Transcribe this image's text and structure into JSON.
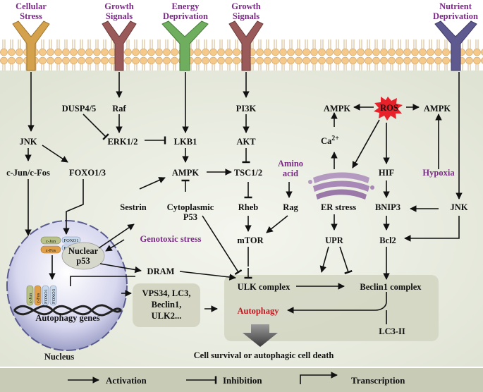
{
  "receptors": {
    "cellular_stress": [
      "Cellular",
      "Stress"
    ],
    "growth_signals_1": [
      "Growth",
      "Signals"
    ],
    "energy_deprivation": [
      "Energy",
      "Deprivation"
    ],
    "growth_signals_2": [
      "Growth",
      "Signals"
    ],
    "nutrient_deprivation": [
      "Nutrient",
      "Deprivation"
    ]
  },
  "nodes": {
    "jnk_left": "JNK",
    "cjun_cfos": "c-Jun/c-Fos",
    "foxo13": "FOXO1/3",
    "dusp": "DUSP4/5",
    "raf": "Raf",
    "erk": "ERK1/2",
    "lkb1": "LKB1",
    "ampk_center": "AMPK",
    "sestrin": "Sestrin",
    "cyto_p53": [
      "Cytoplasmic",
      "P53"
    ],
    "genotoxic": "Genotoxic stress",
    "nuclear_p53": [
      "Nuclear",
      "p53"
    ],
    "dram": "DRAM",
    "vps34": [
      "VPS34, LC3,",
      "Beclin1,",
      "ULK2..."
    ],
    "pi3k": "PI3K",
    "akt": "AKT",
    "tsc": "TSC1/2",
    "amino_acid": [
      "Amino",
      "acid"
    ],
    "rheb": "Rheb",
    "rag": "Rag",
    "mtor": "mTOR",
    "ulk": "ULK complex",
    "beclin1": "Beclin1 complex",
    "autophagy": "Autophagy",
    "lc3": "LC3-II",
    "ampk_ros_left": "AMPK",
    "ros": "ROS",
    "ampk_ros_right": "AMPK",
    "ca": "Ca",
    "ca_sup": "2+",
    "hif": "HIF",
    "hypoxia": "Hypoxia",
    "er_stress": "ER stress",
    "bnip3": "BNIP3",
    "jnk_right": "JNK",
    "upr": "UPR",
    "bcl2": "Bcl2",
    "outcome": "Cell survival or autophagic cell death",
    "nucleus": "Nucleus",
    "autophagy_genes": "Autophagy genes",
    "nuc_cjun": "c-Jun",
    "nuc_cfos": "c-Fos",
    "nuc_foxo1": "FOXO1",
    "nuc_foxo3": "FOXO3",
    "dna_labels": [
      "c-Jun",
      "c-Fos",
      "FOXO1",
      "FOXO3"
    ]
  },
  "legend": {
    "activation": "Activation",
    "inhibition": "Inhibition",
    "transcription": "Transcription"
  },
  "colors": {
    "membrane_head": "#f5c98a",
    "receptor_stress": "#d4a24c",
    "receptor_growth": "#9b5a5a",
    "receptor_energy": "#6fae5f",
    "receptor_nutrient": "#5e5a90",
    "text_purple": "#7a2a86",
    "text_red": "#c0171e",
    "ros_star": "#e8202a",
    "legend_bar": "#c8cbb6"
  }
}
